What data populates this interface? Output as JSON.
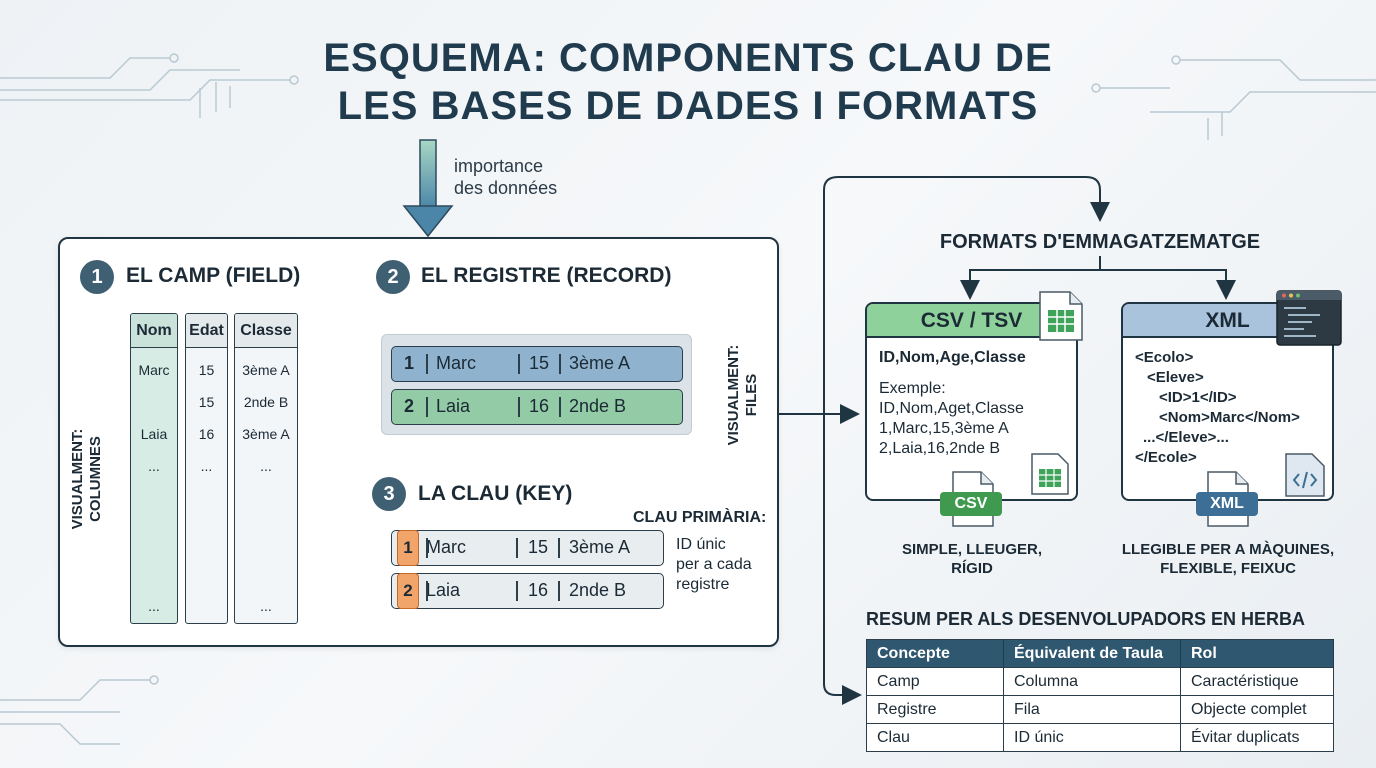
{
  "title": {
    "line1": "ESQUEMA: COMPONENTS CLAU DE",
    "line2": "LES BASES DE DADES I FORMATS"
  },
  "arrow_note": {
    "line1": "importance",
    "line2": "des données"
  },
  "field": {
    "number": "1",
    "heading": "EL CAMP (FIELD)",
    "side_label": {
      "line1": "VISUALMENT:",
      "line2": "COLUMNES"
    },
    "columns": [
      {
        "header": "Nom",
        "cells": [
          "Marc",
          "",
          "Laia",
          "...",
          "..."
        ]
      },
      {
        "header": "Edat",
        "cells": [
          "15",
          "15",
          "16",
          "...",
          ""
        ]
      },
      {
        "header": "Classe",
        "cells": [
          "3ème A",
          "2nde B",
          "3ème A",
          "...",
          "..."
        ]
      }
    ]
  },
  "record": {
    "number": "2",
    "heading": "EL REGISTRE (RECORD)",
    "side_label": {
      "line1": "VISUALMENT:",
      "line2": "FILES"
    },
    "rows": [
      {
        "id": "1",
        "name": "Marc",
        "age": "15",
        "class": "3ème A"
      },
      {
        "id": "2",
        "name": "Laia",
        "age": "16",
        "class": "2nde B"
      }
    ]
  },
  "key": {
    "number": "3",
    "heading": "LA CLAU (KEY)",
    "label": "CLAU PRIMÀRIA:",
    "desc": {
      "line1": "ID únic",
      "line2": "per a cada",
      "line3": "registre"
    },
    "rows": [
      {
        "id": "1",
        "name": "Marc",
        "age": "15",
        "class": "3ème A"
      },
      {
        "id": "2",
        "name": "Laia",
        "age": "16",
        "class": "2nde B"
      }
    ]
  },
  "formats": {
    "title": "FORMATS D'EMMAGATZEMATGE",
    "csv": {
      "header": "CSV / TSV",
      "header_line": "ID,Nom,Age,Classe",
      "example_label": "Exemple:",
      "lines": [
        "ID,Nom,Aget,Classe",
        "1,Marc,15,3ème A",
        "2,Laia,16,2nde B"
      ],
      "badge": "CSV",
      "caption": {
        "line1": "SIMPLE, LLEUGER,",
        "line2": "RÍGID"
      }
    },
    "xml": {
      "header": "XML",
      "lines": [
        "<Ecolo>",
        "<Eleve>",
        "<ID>1</ID>",
        "<Nom>Marc</Nom>",
        "...</Eleve>...",
        "</Ecole>"
      ],
      "badge": "XML",
      "caption": {
        "line1": "LLEGIBLE PER A MÀQUINES,",
        "line2": "FLEXIBLE, FEIXUC"
      }
    }
  },
  "summary": {
    "title": "RESUM PER ALS DESENVOLUPADORS EN HERBA",
    "headers": [
      "Concepte",
      "Équivalent de Taula",
      "Rol"
    ],
    "rows": [
      [
        "Camp",
        "Columna",
        "Caractéristique"
      ],
      [
        "Registre",
        "Fila",
        "Objecte complet"
      ],
      [
        "Clau",
        "ID únic",
        "Évitar duplicats"
      ]
    ]
  },
  "colors": {
    "title": "#1f3b4d",
    "accent_blue": "#3f5f72",
    "field_green": "#d7ece4",
    "record_blue": "#8fb3cf",
    "record_green": "#92cba5",
    "key_orange": "#f2a56b",
    "csv_green": "#8fd19a",
    "xml_blue": "#a9c3dc",
    "table_header": "#2f5870"
  }
}
